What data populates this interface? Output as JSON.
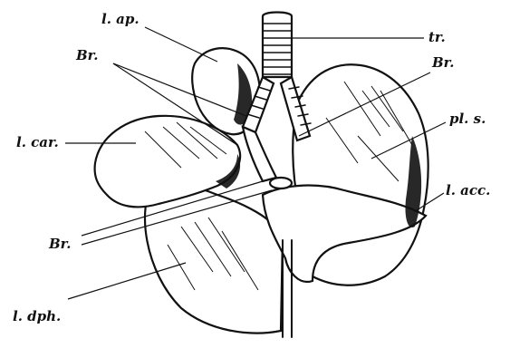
{
  "figure": {
    "labels": {
      "l_ap": "l. ap.",
      "br_upper_left": "Br.",
      "tr": "tr.",
      "br_upper_right": "Br.",
      "l_car": "l. car.",
      "pl_s": "pl. s.",
      "l_acc": "l. acc.",
      "br_lower": "Br.",
      "l_dph": "l. dph."
    }
  }
}
